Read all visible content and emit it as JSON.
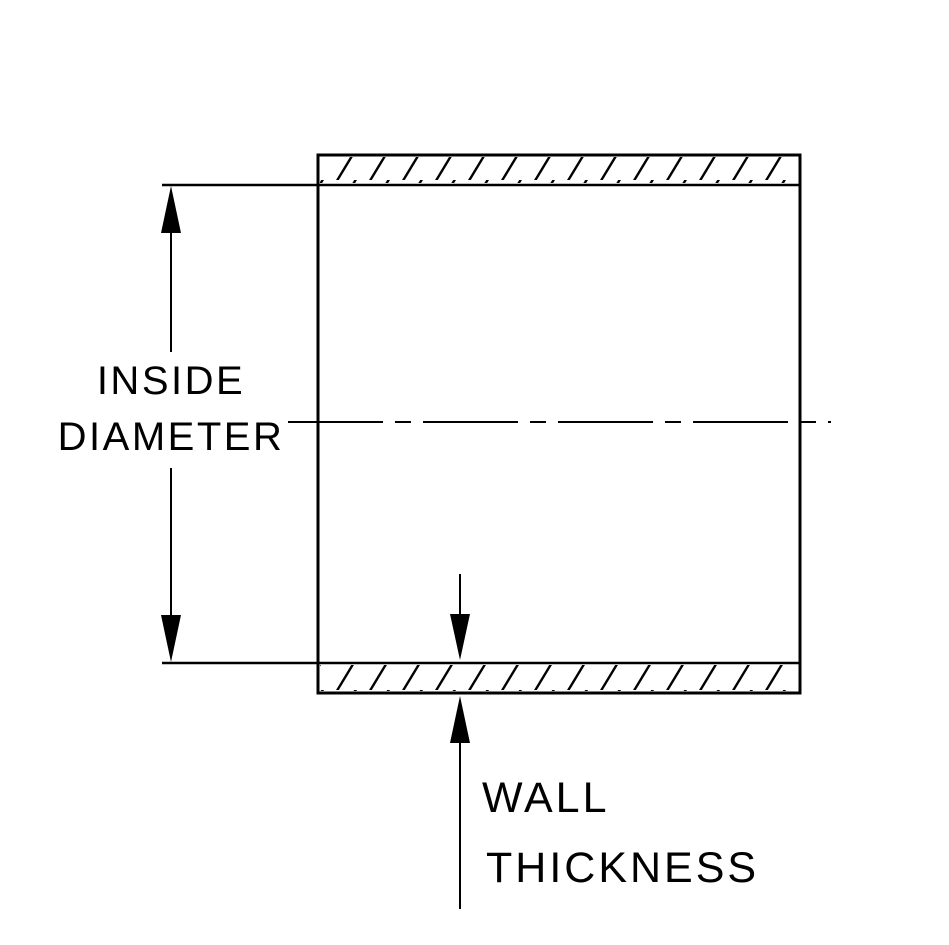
{
  "colors": {
    "line": "#000000",
    "background": "#ffffff"
  },
  "labels": {
    "inside_diameter": {
      "line1": "INSIDE",
      "line2": "DIAMETER"
    },
    "wall_thickness": {
      "line1": "WALL",
      "line2": "THICKNESS"
    }
  }
}
